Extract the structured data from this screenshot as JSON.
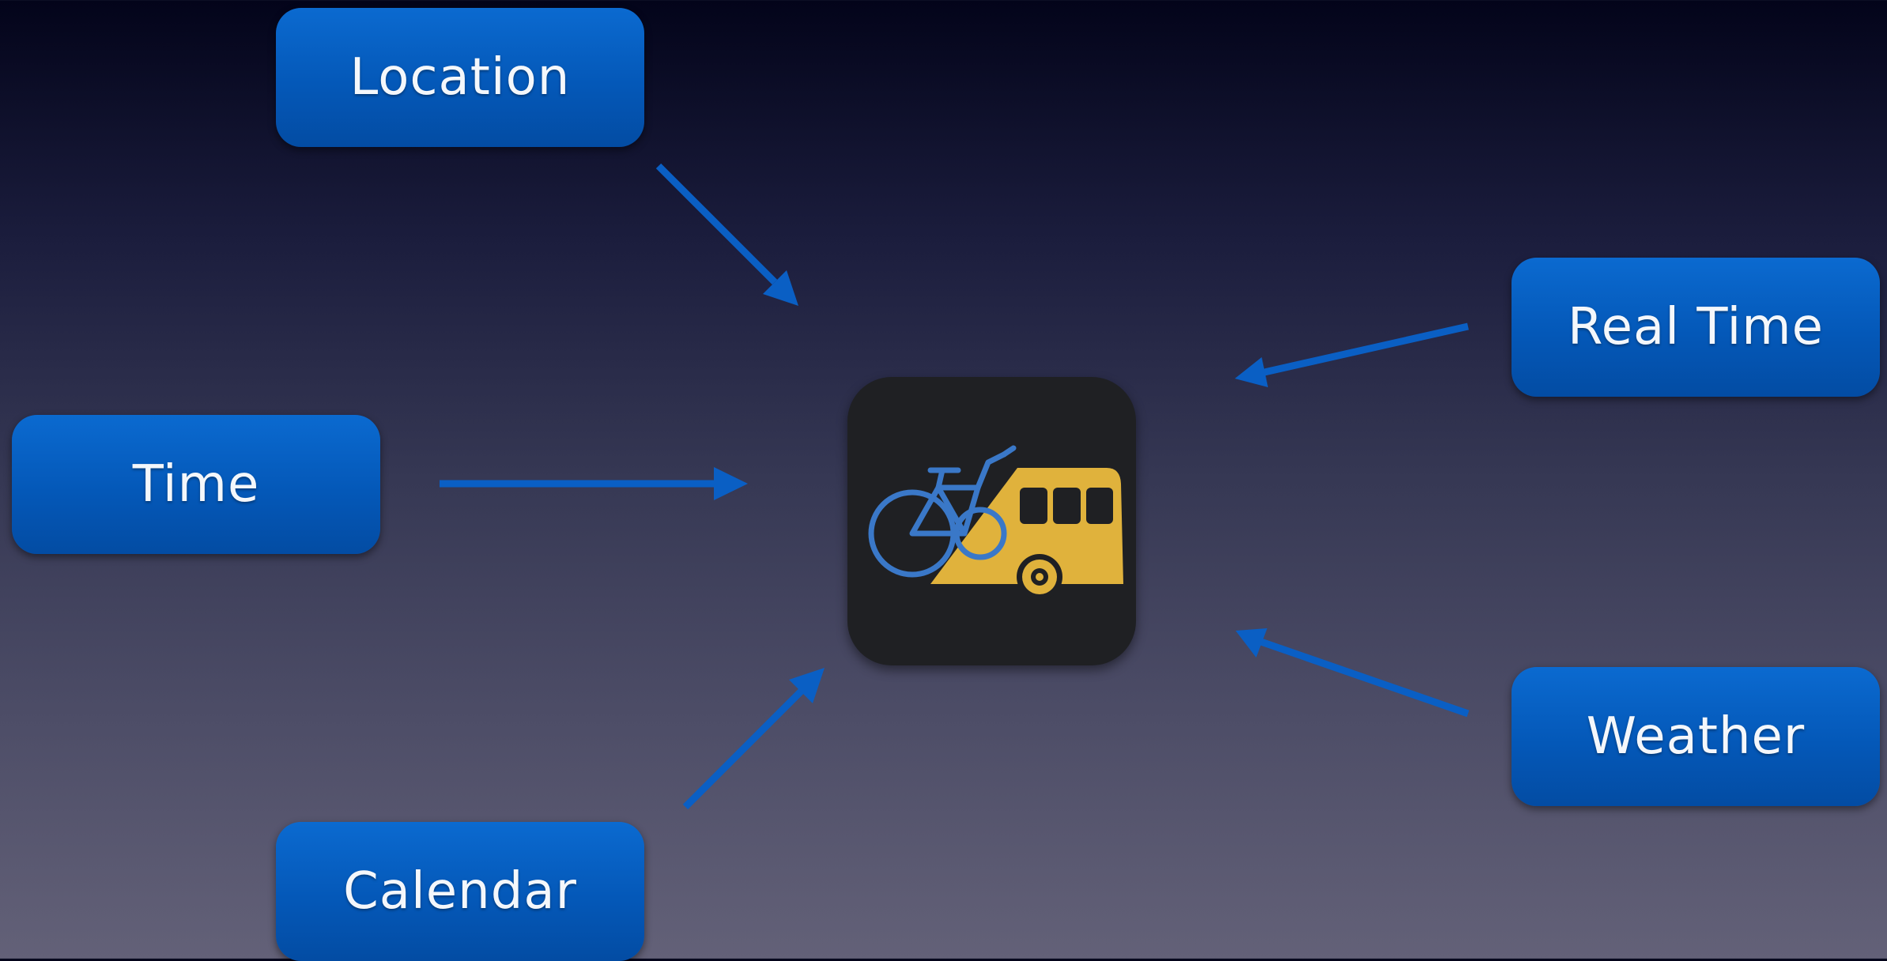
{
  "nodes": {
    "location": "Location",
    "real_time": "Real Time",
    "time": "Time",
    "weather": "Weather",
    "calendar": "Calendar"
  },
  "center": {
    "icon": "bike-and-bus-app-icon"
  },
  "colors": {
    "node_fill": "#0458b8",
    "arrow": "#0a5fc4",
    "icon_background": "#1f2023",
    "bike": "#3a78c8",
    "bus": "#e0b23c"
  }
}
